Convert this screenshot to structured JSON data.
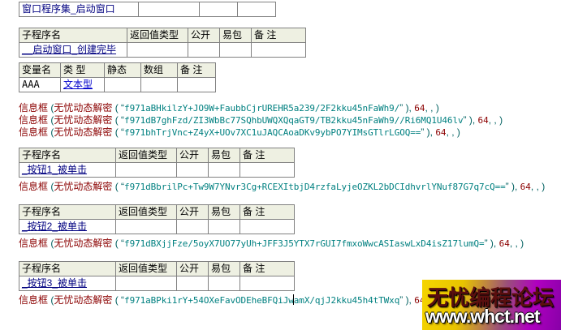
{
  "program_table": {
    "columns": [
      "",
      "",
      "",
      ""
    ],
    "row": {
      "name": "窗口程序集_启动窗口"
    }
  },
  "sub_tables": [
    {
      "headers": [
        "子程序名",
        "返回值类型",
        "公开",
        "易包",
        "备 注"
      ],
      "row": {
        "name": "__启动窗口_创建完毕"
      }
    },
    {
      "headers": [
        "子程序名",
        "返回值类型",
        "公开",
        "易包",
        "备 注"
      ],
      "row": {
        "name": "_按钮1_被单击"
      }
    },
    {
      "headers": [
        "子程序名",
        "返回值类型",
        "公开",
        "易包",
        "备 注"
      ],
      "row": {
        "name": "_按钮2_被单击"
      }
    },
    {
      "headers": [
        "子程序名",
        "返回值类型",
        "公开",
        "易包",
        "备 注"
      ],
      "row": {
        "name": "_按钮3_被单击"
      }
    }
  ],
  "var_table": {
    "headers": [
      "变量名",
      "类 型",
      "静态",
      "数组",
      "备 注"
    ],
    "row": {
      "name": "AAA",
      "type": "文本型",
      "static": "",
      "array": "",
      "note": ""
    }
  },
  "code": {
    "func_msgbox": "信息框",
    "func_decrypt": "无忧动态解密",
    "lines": [
      {
        "id": "line-1",
        "payload": "f971aBHkilzY+JO9W+FaubbCjrUREHR5a239/2F2kku45nFaWh9/",
        "arg2": "64",
        "tail": ", , )"
      },
      {
        "id": "line-2",
        "payload": "f971dB7ghFzd/ZI3WbBc77SQhbUWQXQqaGT9/TB2kku45nFaWh9//Ri6MQ1U46lv",
        "arg2": "64",
        "tail": ", , )"
      },
      {
        "id": "line-3",
        "payload": "f971bhTrjVnc+Z4yX+UOv7XC1uJAQCAoaDKv9ybPO7YIMsGTlrLGOQ==",
        "arg2": "64",
        "tail": ", , )"
      },
      {
        "id": "line-4",
        "payload": "f971dBbrilPc+Tw9W7YNvr3Cg+RCEXItbjD4rzfaLyjeOZKL2bDCIdhvrlYNuf87G7q7cQ==",
        "arg2": "64",
        "tail": ", , )"
      },
      {
        "id": "line-5",
        "payload": "f971dBXjjFze/5oyX7UO77yUh+JFF3J5YTX7rGUI7fmxoWwcASIaswLxD4isZ17lumQ=",
        "arg2": "64",
        "tail": ", , )"
      },
      {
        "id": "line-6",
        "payload_before_caret": "f971aBPki1rY+54OXeFavODEheBFQiJw",
        "payload_after_caret": "amX/qjJ2kku45h4tTWxq",
        "arg2": "64",
        "tail": ", , )"
      }
    ]
  },
  "watermark": {
    "title": "无忧编程论坛",
    "url": "www.whct.net"
  },
  "colors": {
    "header_bg": "#eef0e2",
    "border": "#808080",
    "name_text": "#000080",
    "keyword": "#8b0000",
    "string": "#008080",
    "paren": "#006060"
  }
}
